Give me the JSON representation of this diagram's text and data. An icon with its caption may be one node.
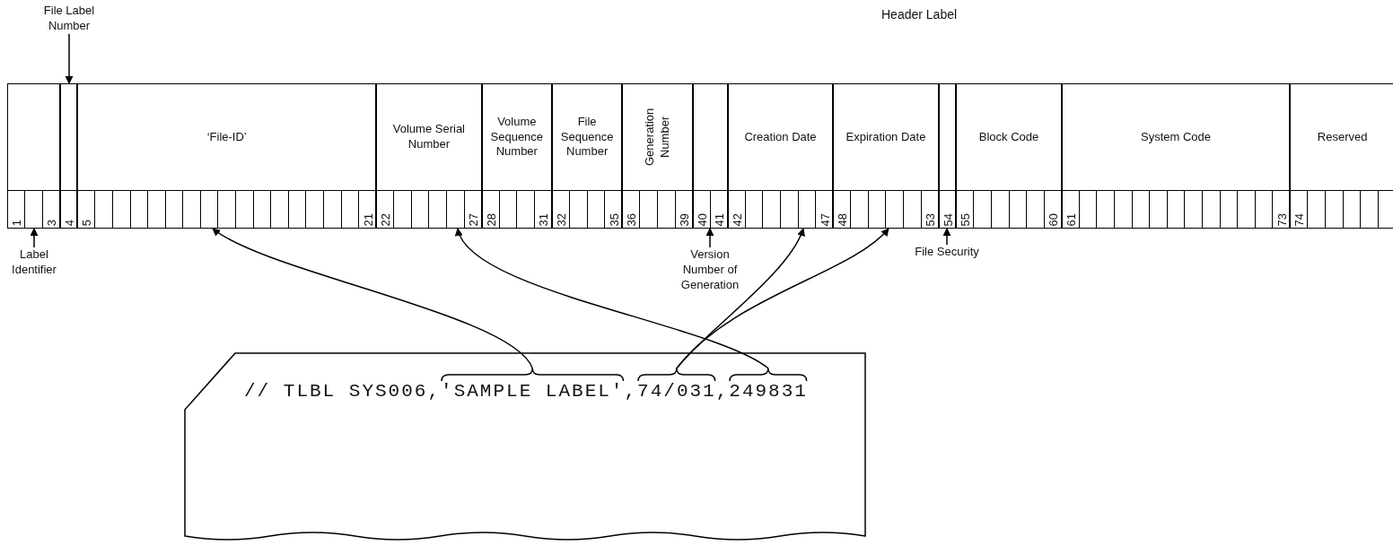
{
  "diagram": {
    "title": "Header Label",
    "nodes": [
      {
        "text": [
          "File Label Number"
        ]
      },
      {
        "text": [
          "1",
          "3"
        ]
      },
      {
        "text": [
          "4"
        ]
      },
      {
        "text": [
          "‘File-ID’",
          "5",
          "21"
        ]
      },
      {
        "text": [
          "Volume Serial Number",
          "22",
          "27"
        ]
      },
      {
        "text": [
          "Volume Sequence Number",
          "28",
          "31"
        ]
      },
      {
        "text": [
          "File Sequence Number",
          "32",
          "35"
        ]
      },
      {
        "text": [
          "Generation Number",
          "36",
          "39"
        ]
      },
      {
        "text": [
          "40",
          "41"
        ]
      },
      {
        "text": [
          "Creation Date",
          "42",
          "47"
        ]
      },
      {
        "text": [
          "Expiration Date",
          "48",
          "53"
        ]
      },
      {
        "text": [
          "54"
        ]
      },
      {
        "text": [
          "Block Code",
          "55",
          "60"
        ]
      },
      {
        "text": [
          "System Code",
          "61",
          "73"
        ]
      },
      {
        "text": [
          "Reserved",
          "74"
        ]
      },
      {
        "text": [
          "Label Identifier"
        ]
      },
      {
        "text": [
          "Version Number of Generation"
        ]
      },
      {
        "text": [
          "File Security"
        ]
      },
      {
        "text": [
          "// TLBL SYS006,"
        ]
      },
      {
        "text": [
          "'SAMPLE LABEL'"
        ],
        "in": 18,
        "beside": [
          ","
        ]
      },
      {
        "text": [
          "74/031"
        ],
        "in": 18,
        "beside": [
          ","
        ]
      },
      {
        "text": [
          "249831"
        ],
        "in": 18
      }
    ],
    "edges": [
      {
        "from": 0,
        "to": 2,
        "arrow": "to"
      },
      {
        "from": 15,
        "to": 1,
        "arrow": "to"
      },
      {
        "from": 16,
        "to": 8,
        "arrow": "to"
      },
      {
        "from": 17,
        "to": 11,
        "arrow": "to"
      },
      {
        "from": 19,
        "to": 3,
        "arrow": "to"
      },
      {
        "from": 21,
        "to": 4,
        "arrow": "to"
      },
      {
        "from": 20,
        "to": 9,
        "arrow": "to"
      },
      {
        "from": 20,
        "to": 10,
        "arrow": "to"
      }
    ]
  }
}
